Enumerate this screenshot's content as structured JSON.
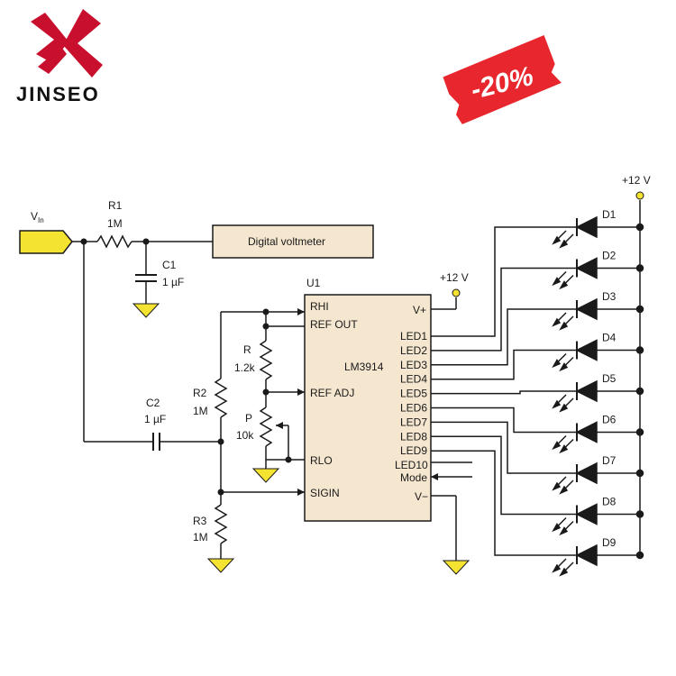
{
  "brand": {
    "name": "Jinseo",
    "display": "JINSEO"
  },
  "badge": {
    "text": "-20%"
  },
  "inputs": {
    "vin_main": "V",
    "vin_sub": "In"
  },
  "voltmeter": {
    "label": "Digital voltmeter"
  },
  "supply": {
    "top": "+12 V",
    "ic": "+12 V"
  },
  "ic": {
    "ref": "U1",
    "part": "LM3914",
    "pins_left": {
      "rhi": "RHI",
      "ref_out": "REF OUT",
      "ref_adj": "REF ADJ",
      "rlo": "RLO",
      "sig_in": "SIGIN"
    },
    "pins_right": {
      "vplus": "V+",
      "vminus": "V−",
      "mode": "Mode"
    },
    "led_pins": [
      "LED1",
      "LED2",
      "LED3",
      "LED4",
      "LED5",
      "LED6",
      "LED7",
      "LED8",
      "LED9",
      "LED10"
    ]
  },
  "components": {
    "r1": {
      "ref": "R1",
      "value": "1M"
    },
    "c1": {
      "ref": "C1",
      "value": "1 µF"
    },
    "c2": {
      "ref": "C2",
      "value": "1 µF"
    },
    "r2": {
      "ref": "R2",
      "value": "1M"
    },
    "r3": {
      "ref": "R3",
      "value": "1M"
    },
    "r": {
      "ref": "R",
      "value": "1.2k"
    },
    "p": {
      "ref": "P",
      "value": "10k"
    }
  },
  "diodes": [
    "D1",
    "D2",
    "D3",
    "D4",
    "D5",
    "D6",
    "D7",
    "D8",
    "D9"
  ],
  "colors": {
    "yellow": "#f5e332",
    "ic_fill": "#f4e6cf",
    "voltmeter_fill": "#f4e6cf",
    "logo_red": "#c8102e",
    "badge_red": "#e8262d",
    "wire": "#1a1a1a"
  }
}
